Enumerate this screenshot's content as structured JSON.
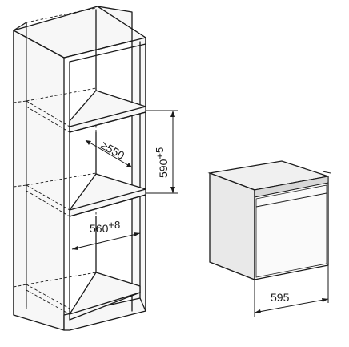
{
  "dimensions": {
    "niche_height": {
      "value": "590",
      "tolerance": "+5"
    },
    "niche_depth": {
      "value": "≥550"
    },
    "niche_width": {
      "value": "560",
      "tolerance": "+8"
    },
    "appliance_width": {
      "value": "595"
    }
  }
}
